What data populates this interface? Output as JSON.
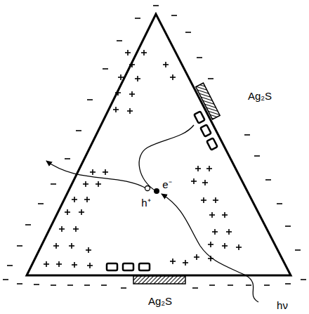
{
  "diagram": {
    "labels": [
      "Ag₂S",
      "Ag₂S",
      "e⁻",
      "h⁺",
      "hν"
    ]
  }
}
